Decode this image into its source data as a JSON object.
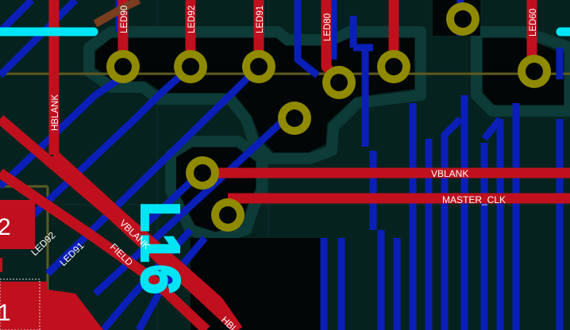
{
  "view": {
    "colors": {
      "background": "#06221f",
      "top_copper": "#c0101e",
      "bottom_copper": "#0a1fb8",
      "copper_pour": "#020607",
      "pour_outline": "#0d3b37",
      "pad": "#8f8a00",
      "silkscreen": "#00e5f5",
      "board_outline": "#5e5a1e",
      "net_label": "#ffffff"
    }
  },
  "nets": {
    "led90": "LED90",
    "led92": "LED92",
    "led91": "LED91",
    "led80": "LED80",
    "led60": "LED60",
    "hblank": "HBLANK",
    "vblank": "VBLANK",
    "master_clk": "MASTER_CLK",
    "led92_diag": "LED92",
    "led91_diag": "LED91",
    "field_diag": "FIELD",
    "vblank_diag": "VBLANK",
    "hblank_bottom": "HBL"
  },
  "silkscreen": {
    "refdes": "L16"
  },
  "pads": {
    "left_pad_top": "2",
    "left_pad_bottom": "1"
  }
}
